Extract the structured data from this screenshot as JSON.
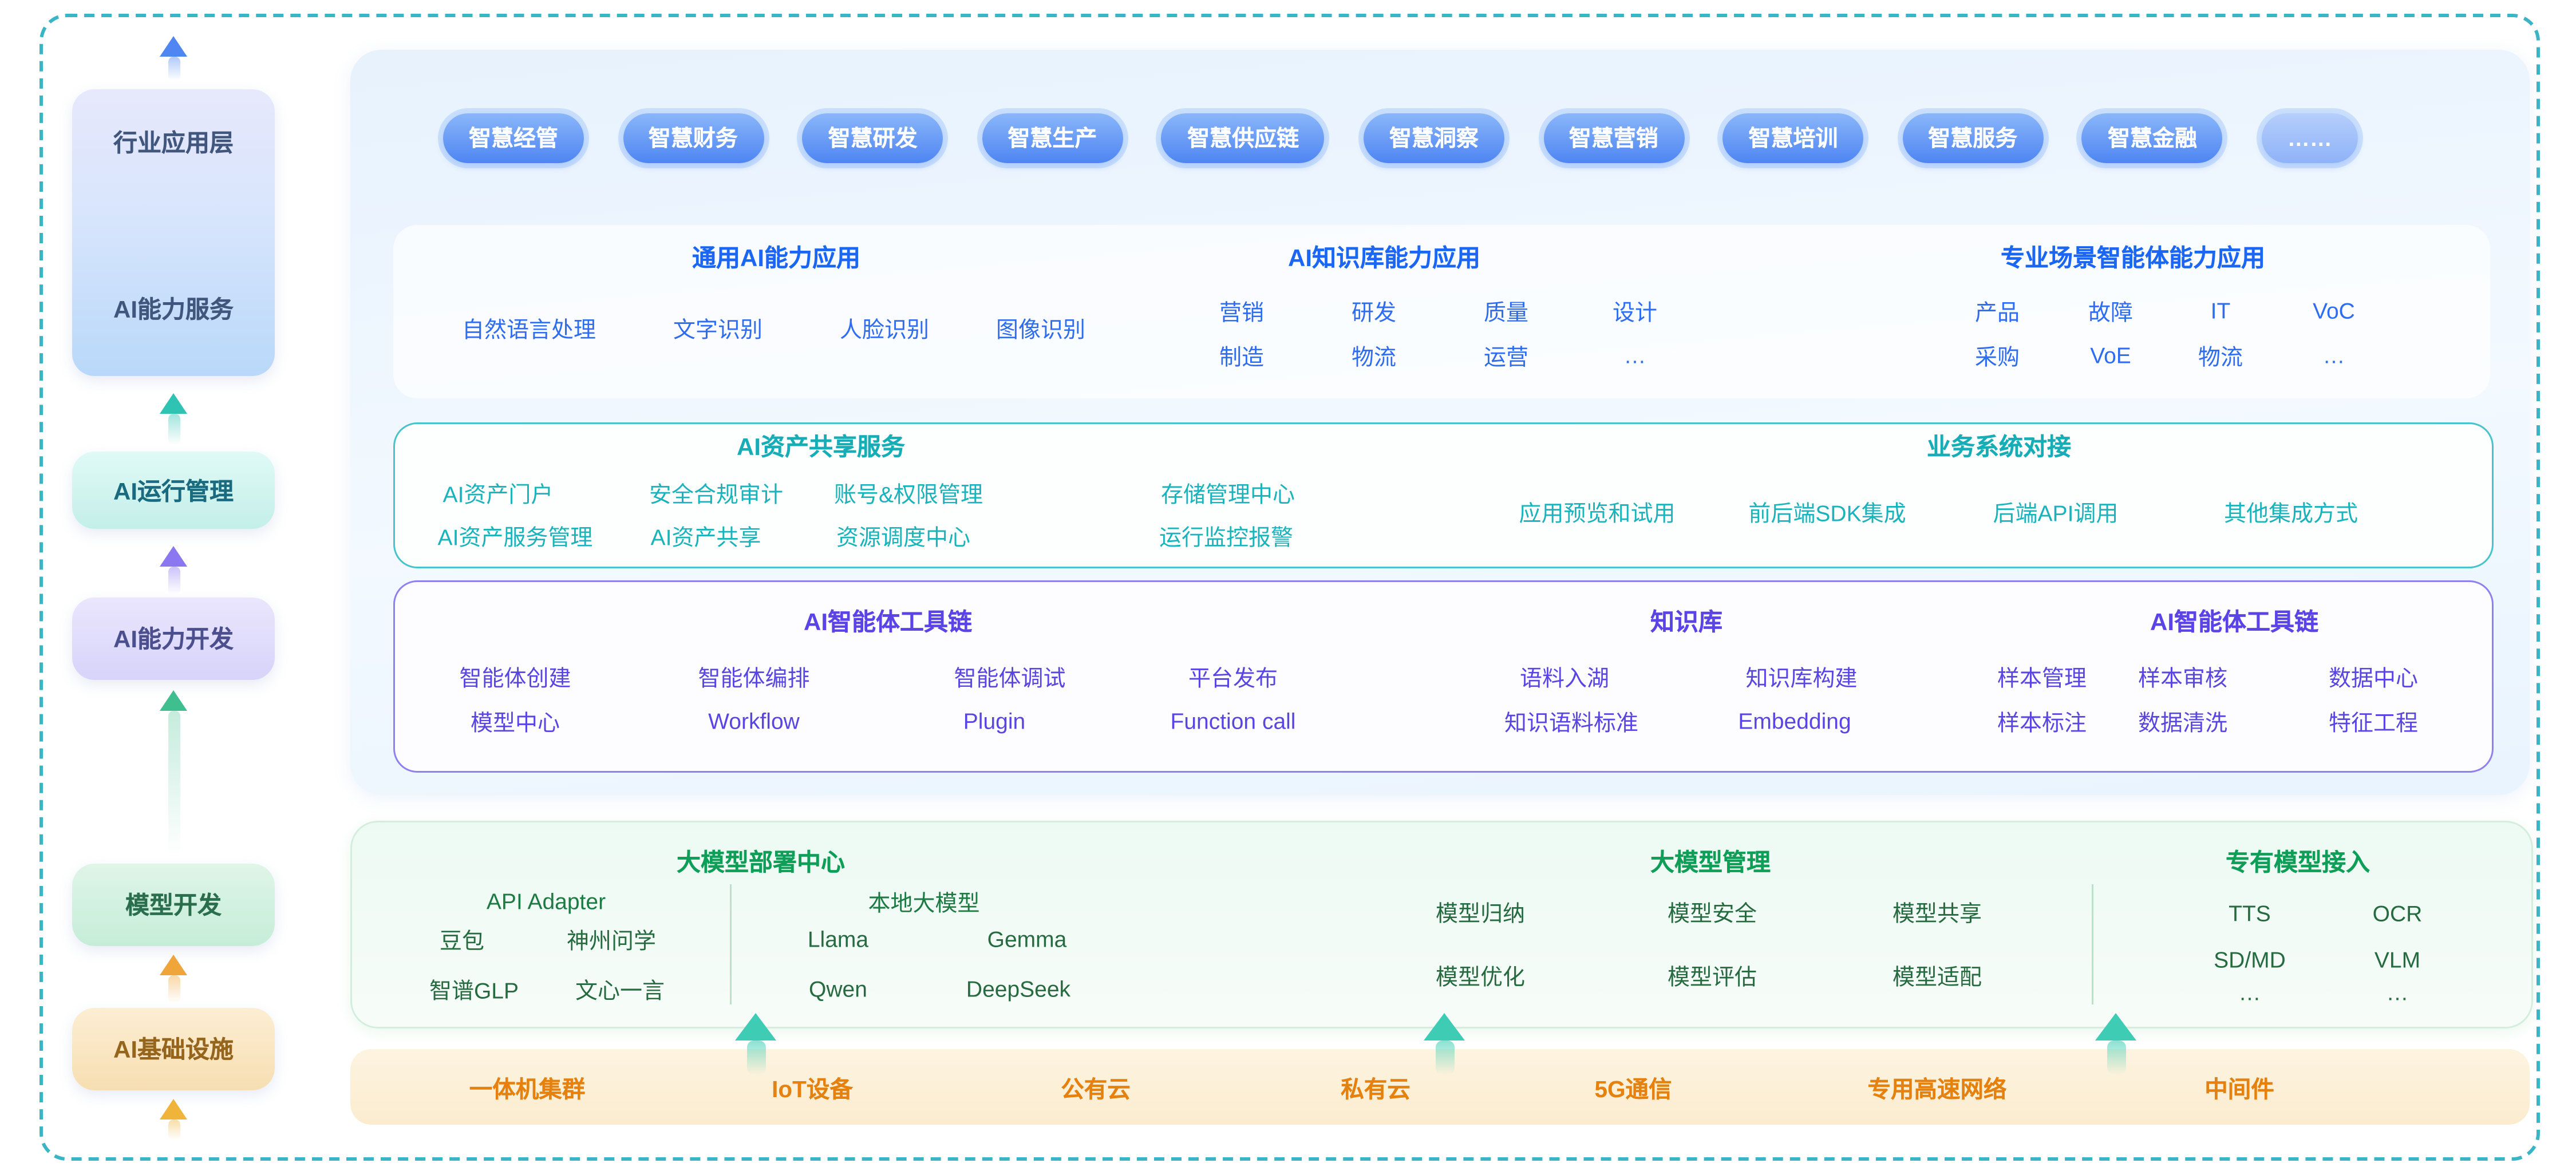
{
  "layers": [
    {
      "id": "industry-application",
      "labels": [
        "行业应用层",
        "AI能力服务"
      ]
    },
    {
      "id": "ai-operation",
      "label": "AI运行管理"
    },
    {
      "id": "ai-development",
      "label": "AI能力开发"
    },
    {
      "id": "model-development",
      "label": "模型开发"
    },
    {
      "id": "ai-infrastructure",
      "label": "AI基础设施"
    }
  ],
  "pills": [
    "智慧经管",
    "智慧财务",
    "智慧研发",
    "智慧生产",
    "智慧供应链",
    "智慧洞察",
    "智慧营销",
    "智慧培训",
    "智慧服务",
    "智慧金融",
    "……"
  ],
  "general_ai": {
    "title": "通用AI能力应用",
    "items": [
      "自然语言处理",
      "文字识别",
      "人脸识别",
      "图像识别"
    ]
  },
  "knowledge_app": {
    "title": "AI知识库能力应用",
    "rows": [
      [
        "营销",
        "研发",
        "质量",
        "设计"
      ],
      [
        "制造",
        "物流",
        "运营",
        "…"
      ]
    ]
  },
  "scenario_app": {
    "title": "专业场景智能体能力应用",
    "rows": [
      [
        "产品",
        "故障",
        "IT",
        "VoC"
      ],
      [
        "采购",
        "VoE",
        "物流",
        "…"
      ]
    ]
  },
  "asset_sharing": {
    "title": "AI资产共享服务",
    "rows": [
      [
        "AI资产门户",
        "安全合规审计",
        "账号&权限管理",
        "存储管理中心"
      ],
      [
        "AI资产服务管理",
        "AI资产共享",
        "资源调度中心",
        "运行监控报警"
      ]
    ]
  },
  "business_integration": {
    "title": "业务系统对接",
    "items": [
      "应用预览和试用",
      "前后端SDK集成",
      "后端API调用",
      "其他集成方式"
    ]
  },
  "agent_toolchain": {
    "title": "AI智能体工具链",
    "rows": [
      [
        "智能体创建",
        "智能体编排",
        "智能体调试",
        "平台发布"
      ],
      [
        "模型中心",
        "Workflow",
        "Plugin",
        "Function call"
      ]
    ]
  },
  "knowledge_base": {
    "title": "知识库",
    "rows": [
      [
        "语料入湖",
        "知识库构建"
      ],
      [
        "知识语料标准",
        "Embedding"
      ]
    ]
  },
  "sample_toolchain": {
    "title": "AI智能体工具链",
    "rows": [
      [
        "样本管理",
        "样本审核",
        "数据中心"
      ],
      [
        "样本标注",
        "数据清洗",
        "特征工程"
      ]
    ]
  },
  "model_deployment": {
    "title": "大模型部署中心",
    "api_adapter": {
      "title": "API Adapter",
      "rows": [
        [
          "豆包",
          "神州问学"
        ],
        [
          "智谱GLP",
          "文心一言"
        ]
      ]
    },
    "local_models": {
      "title": "本地大模型",
      "rows": [
        [
          "Llama",
          "Gemma"
        ],
        [
          "Qwen",
          "DeepSeek"
        ]
      ]
    }
  },
  "model_management": {
    "title": "大模型管理",
    "rows": [
      [
        "模型归纳",
        "模型安全",
        "模型共享"
      ],
      [
        "模型优化",
        "模型评估",
        "模型适配"
      ]
    ]
  },
  "proprietary_models": {
    "title": "专有模型接入",
    "rows": [
      [
        "TTS",
        "OCR"
      ],
      [
        "SD/MD",
        "VLM"
      ],
      [
        "…",
        "…"
      ]
    ]
  },
  "infrastructure": {
    "items": [
      "一体机集群",
      "IoT设备",
      "公有云",
      "私有云",
      "5G通信",
      "专用高速网络",
      "中间件"
    ]
  },
  "palette": {
    "frame_dash": "#3ab5c5",
    "blue_header": "#1b66f2",
    "blue_item": "#2e6cf0",
    "teal": "#1ab3bb",
    "purple": "#5946e2",
    "green_header": "#0f9e57",
    "green_item": "#266b40",
    "orange_item": "#e5810e",
    "pill_blue": "#4e85f2"
  }
}
